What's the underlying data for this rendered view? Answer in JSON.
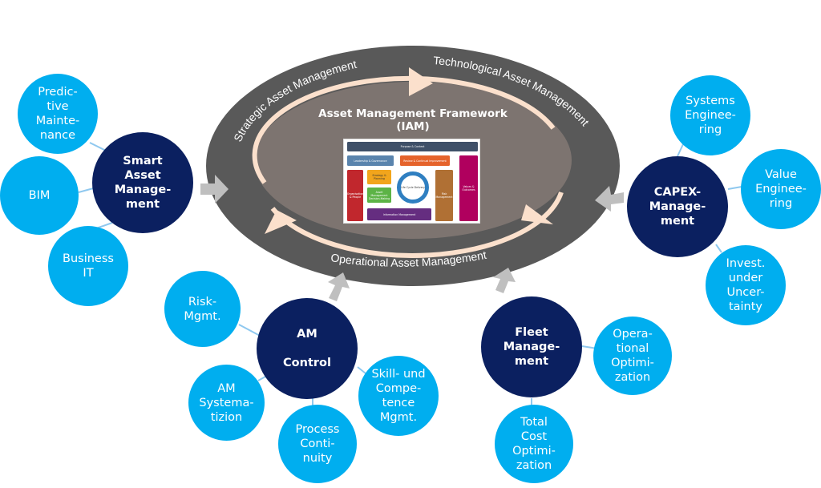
{
  "colors": {
    "outer_ring": "#595959",
    "inner_ellipse": "#7d7470",
    "cycle_arrow": "#fbe0cc",
    "hub": "#0b2060",
    "leaf": "#00aeef",
    "connector": "#8fc8ef",
    "input_arrow": "#bfbfbf"
  },
  "ring_labels": {
    "strategic": "Strategic Asset Management",
    "technological": "Technological Asset Management",
    "operational": "Operational Asset Management"
  },
  "center": {
    "title": "Asset Management Framework\n(IAM)",
    "framework": {
      "purpose": "Purpose & Context",
      "leadership": "Leadership & Governance",
      "review": "Review & Continual Improvement",
      "organisation": "Organisation & People",
      "strategy": "Strategy & Planning",
      "decision": "Asset Management Decision-Making",
      "lifecycle": "Life Cycle Delivery",
      "risk": "Risk Management",
      "values": "Values & Outcomes",
      "information": "Information Management"
    }
  },
  "hubs": [
    {
      "id": "smart",
      "label": "Smart\nAsset\nManage-\nment",
      "leaves": [
        "Predic-\ntive\nMainte-\nnance",
        "BIM",
        "Business\nIT"
      ]
    },
    {
      "id": "capex",
      "label": "CAPEX-\nManage-\nment",
      "leaves": [
        "Systems\nEnginee-\nring",
        "Value\nEnginee-\nring",
        "Invest.\nunder\nUncer-\ntainty"
      ]
    },
    {
      "id": "amcontrol",
      "label": "AM\n\nControl",
      "leaves": [
        "Risk-\nMgmt.",
        "AM\nSystema-\ntizion",
        "Process\nConti-\nnuity",
        "Skill- und\nCompe-\ntence\nMgmt."
      ]
    },
    {
      "id": "fleet",
      "label": "Fleet\nManage-\nment",
      "leaves": [
        "Opera-\ntional\nOptimi-\nzation",
        "Total\nCost\nOptimi-\nzation"
      ]
    }
  ]
}
